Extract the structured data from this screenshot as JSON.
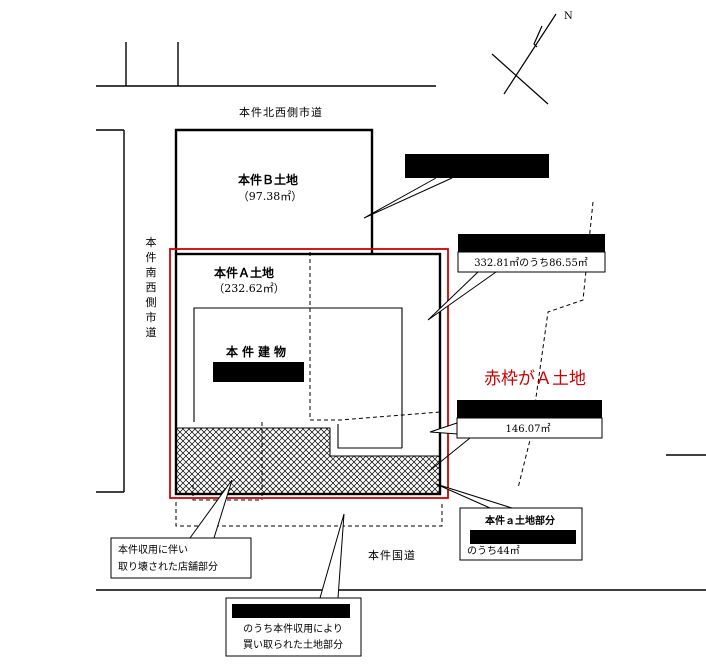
{
  "streets": {
    "north_west": "本件北西側市道",
    "south_west": [
      "本",
      "件",
      "南",
      "西",
      "側",
      "市",
      "道"
    ],
    "national": "本件国道"
  },
  "compass": {
    "north_label": "N"
  },
  "land_b": {
    "title": "本件Ｂ土地",
    "area": "（97.38㎡）"
  },
  "land_a": {
    "title": "本件Ａ土地",
    "area": "（232.62㎡）"
  },
  "building": {
    "title": "本件建物"
  },
  "red_frame_note": "赤枠がＡ土地",
  "callouts": {
    "area_332": "332.81㎡のうち86.55㎡",
    "area_146": "146.07㎡",
    "land_a_small": {
      "title": "本件ａ土地部分",
      "note": "のうち44㎡"
    },
    "store": {
      "line1": "本件収用に伴い",
      "line2": "取り壊された店舗部分"
    },
    "purchased": {
      "line1": "のうち本件収用により",
      "line2": "買い取られた土地部分"
    }
  },
  "colors": {
    "frame": "#d00000",
    "ink": "#000000",
    "redacted": "#000000"
  }
}
